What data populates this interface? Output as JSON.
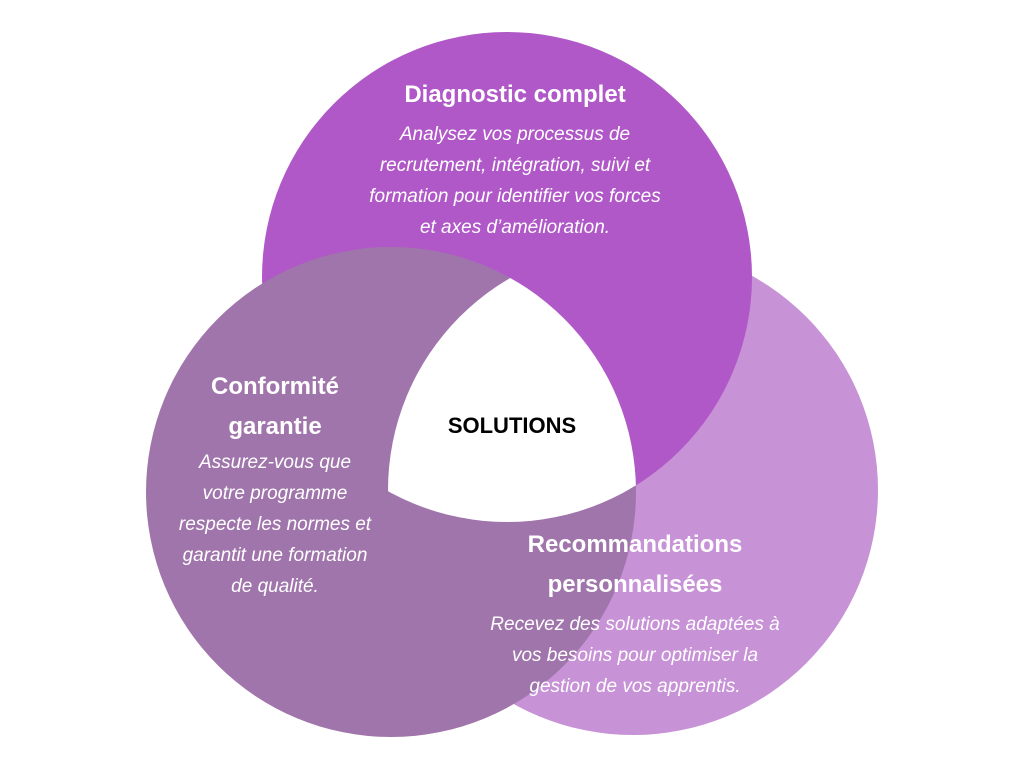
{
  "center": {
    "label": "SOLUTIONS",
    "color": "#ffffff"
  },
  "circles": [
    {
      "id": "diagnostic",
      "title": "Diagnostic complet",
      "description_lines": [
        "Analysez vos processus de",
        "recrutement, intégration, suivi et",
        "formation pour identifier vos forces",
        "et axes d’amélioration."
      ],
      "color": "#b058c8"
    },
    {
      "id": "conformite",
      "title_lines": [
        "Conformité",
        "garantie"
      ],
      "description_lines": [
        "Assurez-vous que",
        "votre programme",
        "respecte les normes et",
        "garantit une formation",
        "de qualité."
      ],
      "color": "#a075ab"
    },
    {
      "id": "recommandations",
      "title_lines": [
        "Recommandations",
        "personnalisées"
      ],
      "description_lines": [
        "Recevez des solutions adaptées à",
        "vos besoins pour optimiser la",
        "gestion de vos apprentis."
      ],
      "color": "#c792d6"
    }
  ]
}
